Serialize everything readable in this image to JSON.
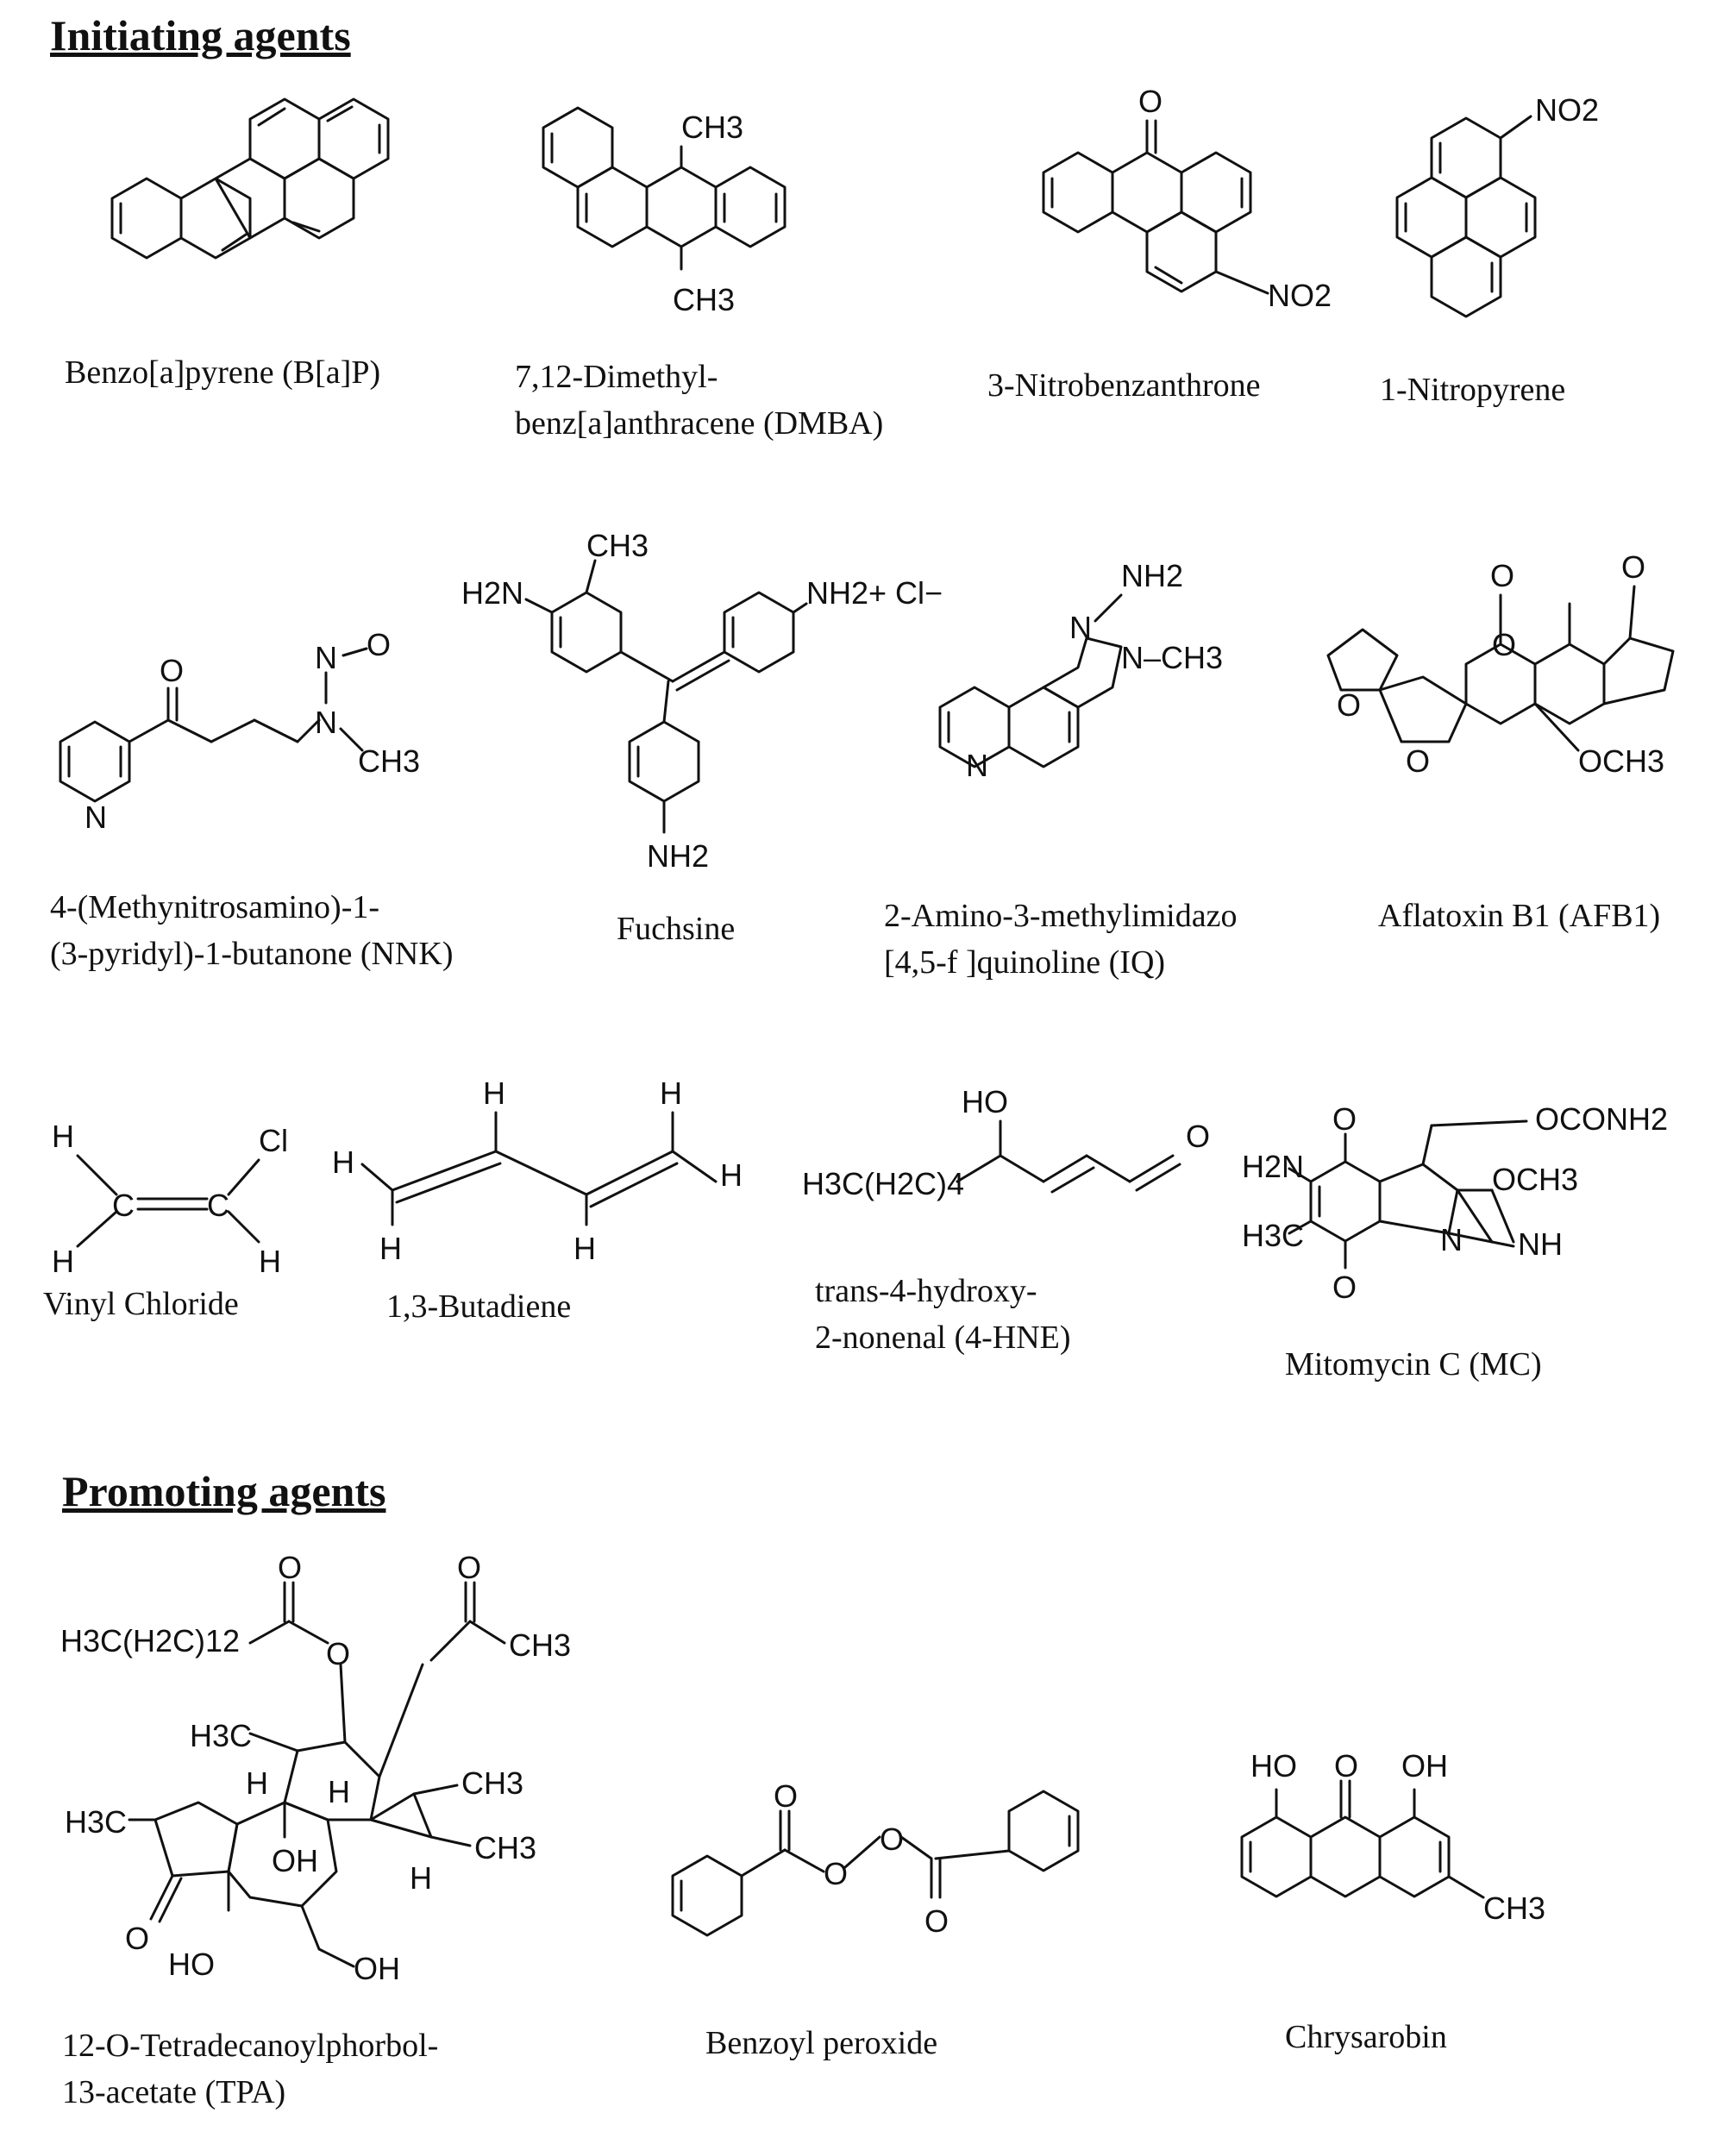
{
  "sections": {
    "initiating": "Initiating agents",
    "promoting": "Promoting agents"
  },
  "compounds": {
    "bap": {
      "name": "Benzo[a]pyrene (B[a]P)"
    },
    "dmba": {
      "line1": "7,12-Dimethyl-",
      "line2": "benz[a]anthracene (DMBA)"
    },
    "nba": {
      "name": "3-Nitrobenzanthrone"
    },
    "np": {
      "name": "1-Nitropyrene"
    },
    "nnk": {
      "line1": "4-(Methynitrosamino)-1-",
      "line2": "(3-pyridyl)-1-butanone (NNK)"
    },
    "fuchsine": {
      "name": "Fuchsine"
    },
    "iq": {
      "line1": "2-Amino-3-methylimidazo",
      "line2": "[4,5-f ]quinoline (IQ)"
    },
    "afb1": {
      "name": "Aflatoxin B1 (AFB1)"
    },
    "vc": {
      "name": "Vinyl Chloride"
    },
    "bd": {
      "name": "1,3-Butadiene"
    },
    "hne": {
      "line1": "trans-4-hydroxy-",
      "line2": "2-nonenal (4-HNE)"
    },
    "mc": {
      "name": "Mitomycin C (MC)"
    },
    "tpa": {
      "line1": "12-O-Tetradecanoylphorbol-",
      "line2": "13-acetate (TPA)"
    },
    "bpo": {
      "name": "Benzoyl peroxide"
    },
    "chrys": {
      "name": "Chrysarobin"
    }
  },
  "labels": {
    "dmba_ch3_top": "CH3",
    "dmba_ch3_bot": "CH3",
    "nba_o": "O",
    "nba_no2": "NO2",
    "np_no2": "NO2",
    "nnk_o": "O",
    "nnk_n1": "N",
    "nnk_o2": "O",
    "nnk_n2": "N",
    "nnk_ch3": "CH3",
    "nnk_npy": "N",
    "fu_ch3": "CH3",
    "fu_h2n": "H2N",
    "fu_nh2plus": "NH2+ Cl−",
    "fu_nh2": "NH2",
    "iq_nh2": "NH2",
    "iq_n1": "N",
    "iq_n3": "N–CH3",
    "iq_nq": "N",
    "afb_o1": "O",
    "afb_o2": "O",
    "afb_o3": "O",
    "afb_o4": "O",
    "afb_o5": "O",
    "afb_och3": "OCH3",
    "vc_h1": "H",
    "vc_cl": "Cl",
    "vc_c1": "C",
    "vc_c2": "C",
    "vc_h2": "H",
    "vc_h3": "H",
    "bd_h1": "H",
    "bd_h2": "H",
    "bd_h3": "H",
    "bd_h4": "H",
    "bd_h5": "H",
    "bd_h6": "H",
    "hne_ho": "HO",
    "hne_chain": "H3C(H2C)4",
    "hne_o": "O",
    "mc_ocon": "OCONH2",
    "mc_h2n": "H2N",
    "mc_o1": "O",
    "mc_och3": "OCH3",
    "mc_h3c": "H3C",
    "mc_n": "N",
    "mc_nh": "NH",
    "mc_o2": "O",
    "tpa_o1": "O",
    "tpa_chain": "H3C(H2C)12",
    "tpa_o2": "O",
    "tpa_o3": "O",
    "tpa_ch3ac": "CH3",
    "tpa_h3c1": "H3C",
    "tpa_ch3a": "CH3",
    "tpa_ch3b": "CH3",
    "tpa_h1": "H",
    "tpa_h2": "H",
    "tpa_h3": "H",
    "tpa_h3c2": "H3C",
    "tpa_oh1": "OH",
    "tpa_o4": "O",
    "tpa_ho": "HO",
    "tpa_oh2": "OH",
    "bpo_o1": "O",
    "bpo_o2": "O",
    "bpo_o3": "O",
    "bpo_o4": "O",
    "ch_ho": "HO",
    "ch_o": "O",
    "ch_oh": "OH",
    "ch_ch3": "CH3"
  }
}
